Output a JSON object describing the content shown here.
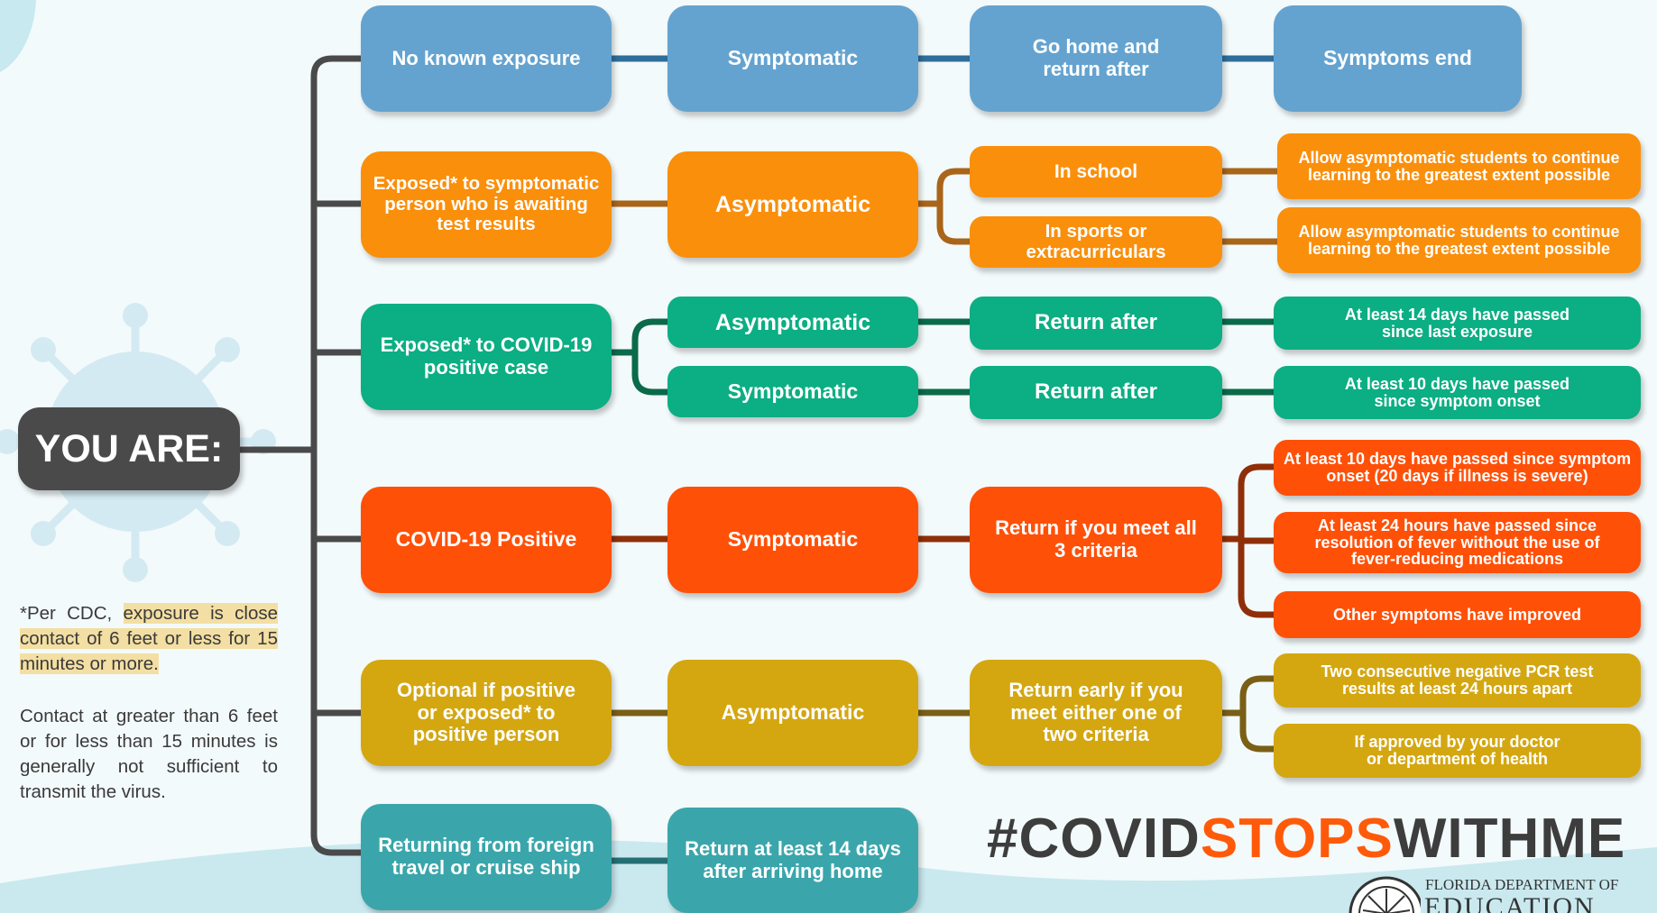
{
  "colors": {
    "blue": "#64a3cf",
    "orange": "#fa8f0c",
    "green": "#0cae84",
    "red": "#ff5008",
    "gold": "#d4a711",
    "teal": "#3aa6ab",
    "dark": "#4a4a4a",
    "highlight": "#f3dfa3"
  },
  "root": {
    "label": "YOU ARE:"
  },
  "rows": {
    "no_exposure": {
      "scenario": "No known exposure",
      "status": "Symptomatic",
      "action": "Go home and return after",
      "outcome": "Symptoms end"
    },
    "exposed_awaiting": {
      "scenario": "Exposed* to symptomatic person who is awaiting test results",
      "status": "Asymptomatic",
      "action_school": "In school",
      "outcome_school": "Allow asymptomatic students to continue learning to the greatest extent possible",
      "action_sports": "In sports or extracurriculars",
      "outcome_sports": "Allow asymptomatic students to continue learning to the greatest extent possible"
    },
    "exposed_positive": {
      "scenario": "Exposed* to COVID-19 positive case",
      "status_asym": "Asymptomatic",
      "action_asym": "Return after",
      "outcome_asym": "At least 14 days have passed since last exposure",
      "status_sym": "Symptomatic",
      "action_sym": "Return after",
      "outcome_sym": "At least 10 days have passed since symptom onset"
    },
    "positive": {
      "scenario": "COVID-19 Positive",
      "status": "Symptomatic",
      "action": "Return if you meet all 3 criteria",
      "criteria": [
        "At least 10 days have passed since symptom onset (20 days if illness is severe)",
        "At least 24 hours have passed since resolution of fever without the use of fever-reducing medications",
        "Other symptoms have improved"
      ]
    },
    "optional": {
      "scenario": "Optional if positive or exposed* to positive person",
      "status": "Asymptomatic",
      "action": "Return early if you meet either one of two criteria",
      "criteria": [
        "Two consecutive negative PCR test results at least 24 hours apart",
        "If approved by your doctor or department of health"
      ]
    },
    "travel": {
      "scenario": "Returning from foreign travel or cruise ship",
      "action": "Return at least 14 days after arriving home"
    }
  },
  "footnote": {
    "prefix": "*Per CDC, ",
    "highlight": "exposure is close contact of 6 feet or less for 15 minutes or more.",
    "second": "Contact at greater than 6 feet or for less than 15 minutes is generally not sufficient to transmit the virus."
  },
  "hashtag": {
    "part1": "#COVID",
    "part2": "STOPS",
    "part3": "WITHME"
  },
  "logo": {
    "line1": "FLORIDA DEPARTMENT OF",
    "line2": "EDUCATION"
  }
}
